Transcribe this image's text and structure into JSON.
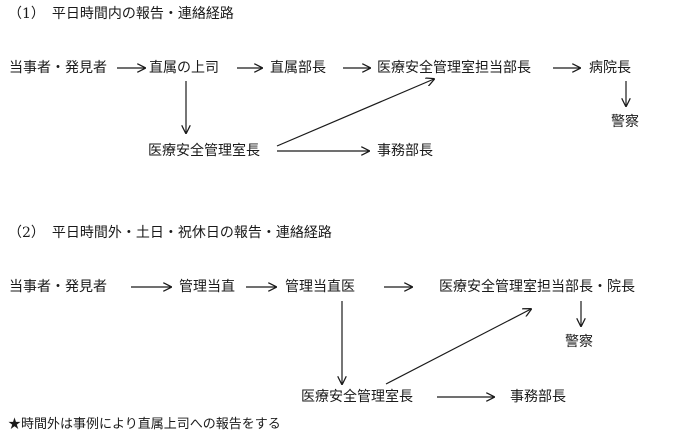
{
  "sections": [
    {
      "heading": "（1）　平日時間内の報告・連絡経路",
      "nodes": {
        "reporter": "当事者・発見者",
        "direct_boss": "直属の上司",
        "dept_head": "直属部長",
        "safety_head": "医療安全管理室担当部長",
        "director": "病院長",
        "police": "警察",
        "safety_chief": "医療安全管理室長",
        "admin_head": "事務部長"
      }
    },
    {
      "heading": "（2）　平日時間外・土日・祝休日の報告・連絡経路",
      "nodes": {
        "reporter": "当事者・発見者",
        "duty_manager": "管理当直",
        "duty_doctor": "管理当直医",
        "safety_head_director": "医療安全管理室担当部長・院長",
        "police": "警察",
        "safety_chief": "医療安全管理室長",
        "admin_head": "事務部長"
      }
    }
  ],
  "note": "★時間外は事例により直属上司への報告をする",
  "colors": {
    "ink": "#1a1a1a",
    "background": "#ffffff"
  }
}
